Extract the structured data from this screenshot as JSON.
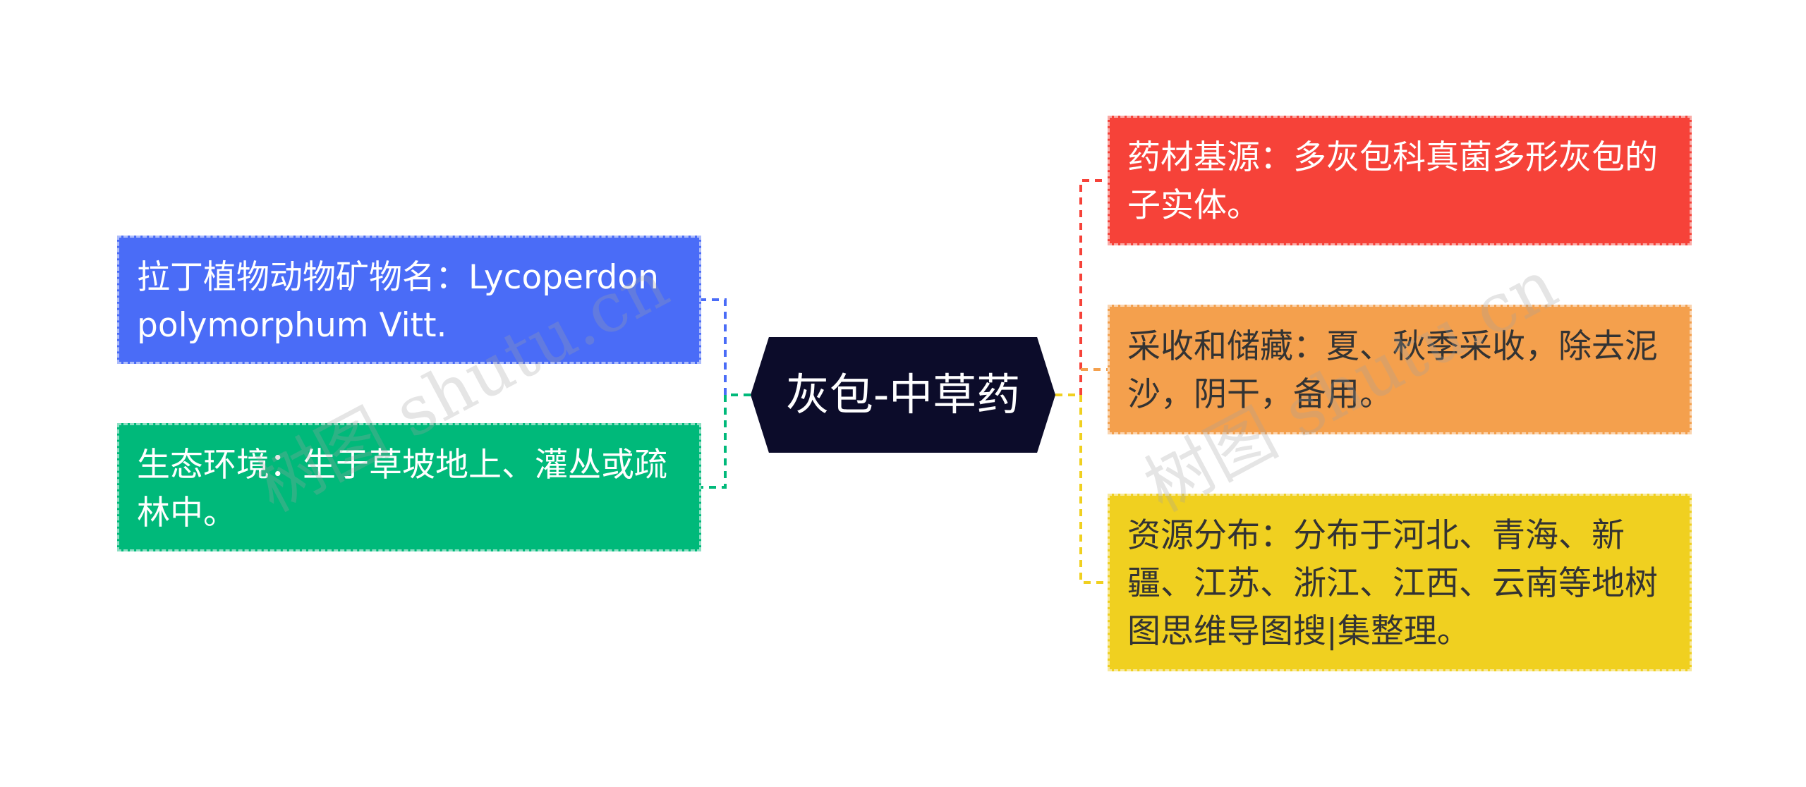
{
  "central_topic": "灰包-中草药",
  "left_branches": [
    {
      "text": "拉丁植物动物矿物名：Lycoperdon polymorphum Vitt.",
      "color": "#4a6cf7"
    },
    {
      "text": "生态环境：生于草坡地上、灌丛或疏林中。",
      "color": "#00b97a"
    }
  ],
  "right_branches": [
    {
      "text": "药材基源：多灰包科真菌多形灰包的子实体。",
      "color": "#f64239"
    },
    {
      "text": "采收和储藏：夏、秋季采收，除去泥沙，阴干，备用。",
      "color": "#f4a04d"
    },
    {
      "text": "资源分布：分布于河北、青海、新疆、江苏、浙江、江西、云南等地树图思维导图搜|集整理。",
      "color": "#f0d020"
    }
  ],
  "watermark": "树图 shutu.cn",
  "colors": {
    "center_bg": "#0c0c2a",
    "center_text": "#ffffff"
  }
}
